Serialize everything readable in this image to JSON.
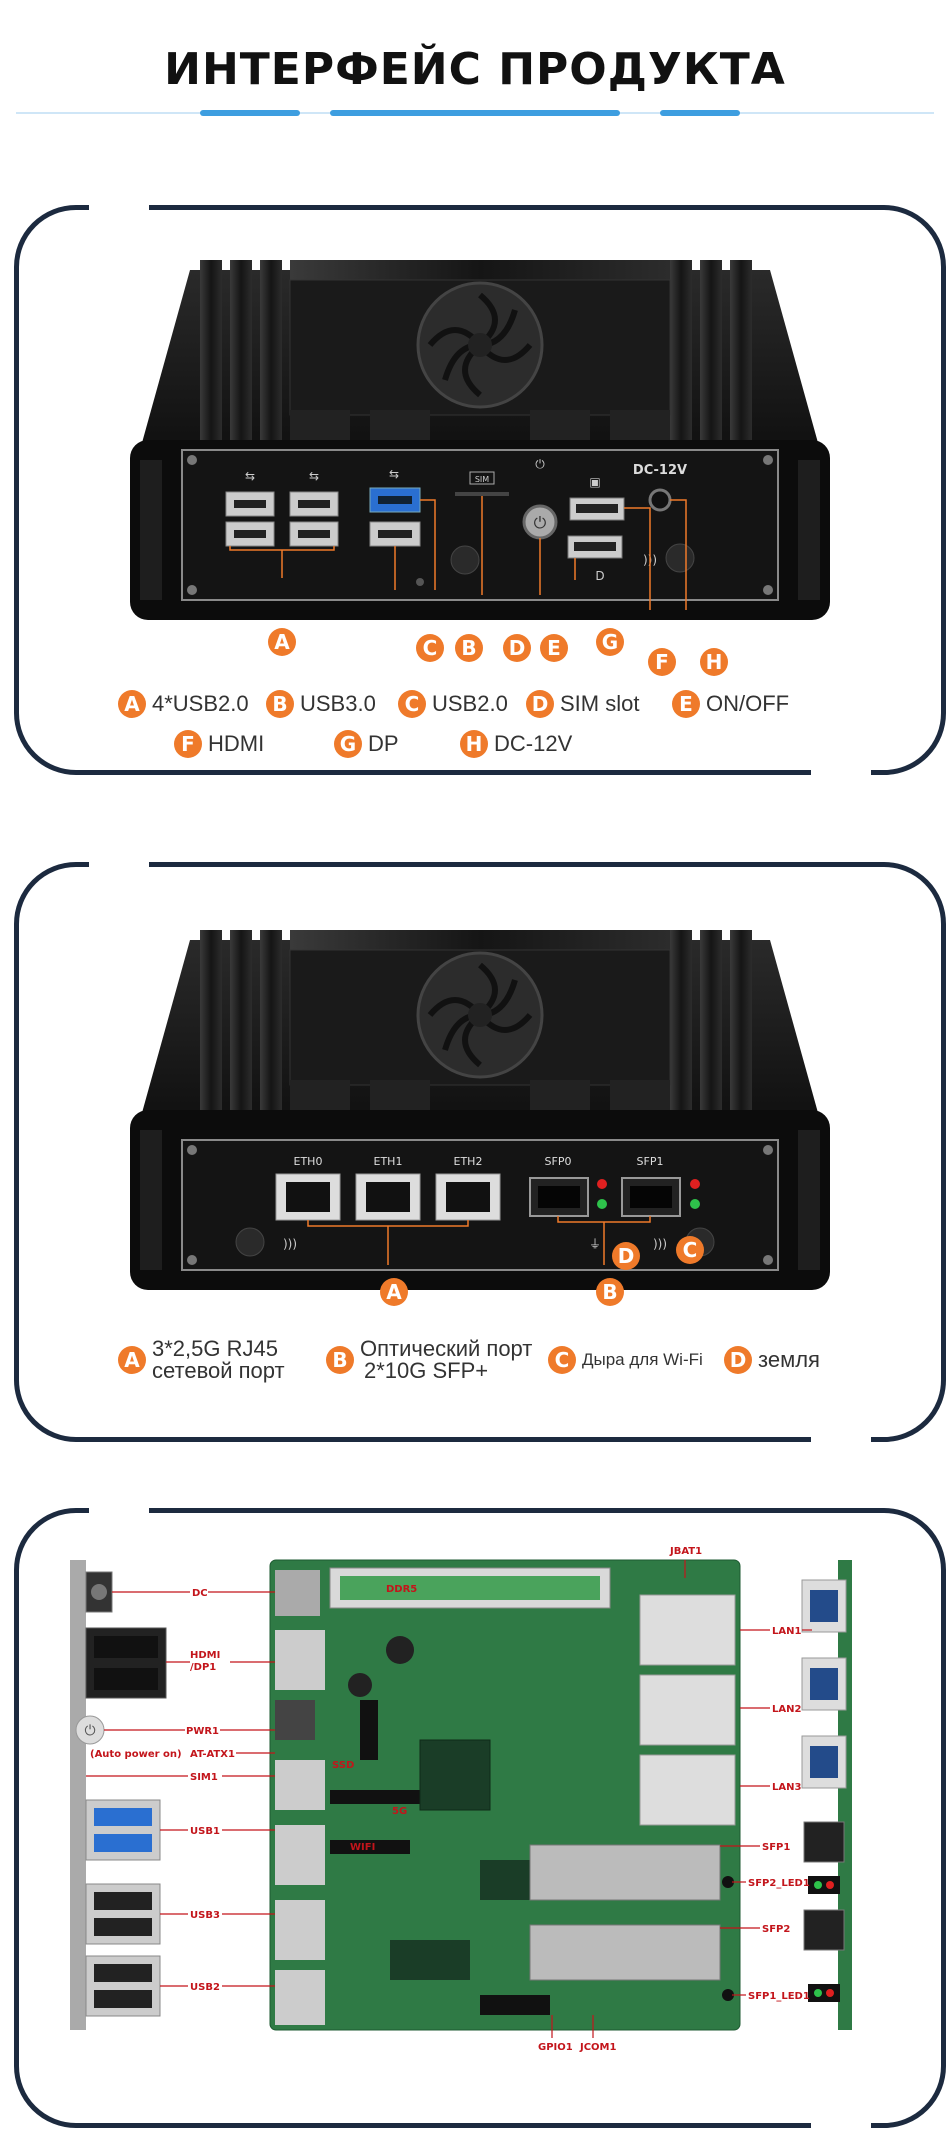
{
  "header": {
    "title": "ИНТЕРФЕЙС ПРОДУКТА"
  },
  "front_panel": {
    "labels": {
      "sim": "SIM",
      "dc": "DC-12V"
    },
    "callouts": [
      "A",
      "B",
      "C",
      "D",
      "E",
      "F",
      "G",
      "H"
    ],
    "legend": [
      {
        "badge": "A",
        "text": "4*USB2.0"
      },
      {
        "badge": "B",
        "text": "USB3.0"
      },
      {
        "badge": "C",
        "text": "USB2.0"
      },
      {
        "badge": "D",
        "text": "SIM slot"
      },
      {
        "badge": "E",
        "text": "ON/OFF"
      },
      {
        "badge": "F",
        "text": "HDMI"
      },
      {
        "badge": "G",
        "text": "DP"
      },
      {
        "badge": "H",
        "text": "DC-12V"
      }
    ]
  },
  "rear_panel": {
    "ports": [
      "ETH0",
      "ETH1",
      "ETH2",
      "SFP0",
      "SFP1"
    ],
    "callouts": [
      "A",
      "B",
      "C",
      "D"
    ],
    "legend": [
      {
        "badge": "A",
        "line1": "3*2,5G RJ45",
        "line2": "сетевой порт"
      },
      {
        "badge": "B",
        "line1": "Оптический порт",
        "line2": "2*10G SFP+"
      },
      {
        "badge": "C",
        "line1": "Дыра для Wi-Fi",
        "line2": ""
      },
      {
        "badge": "D",
        "line1": "земля",
        "line2": ""
      }
    ]
  },
  "board": {
    "left_labels": [
      "DC",
      "HDMI",
      "/DP1",
      "PWR1",
      "(Auto power on)",
      "AT-ATX1",
      "SIM1",
      "USB1",
      "USB3",
      "USB2"
    ],
    "right_labels": [
      "JBAT1",
      "LAN1",
      "LAN2",
      "LAN3",
      "SFP1",
      "SFP2_LED1",
      "SFP2",
      "SFP1_LED1"
    ],
    "bottom_labels": [
      "GPIO1",
      "JCOM1"
    ],
    "chip_labels": [
      "DDR5",
      "SSD",
      "5G",
      "WIFI"
    ]
  },
  "colors": {
    "accent": "#ef7a2a",
    "frame": "#1c2a3f",
    "blue": "#3d9ee0",
    "pcb": "#2f7a45"
  }
}
